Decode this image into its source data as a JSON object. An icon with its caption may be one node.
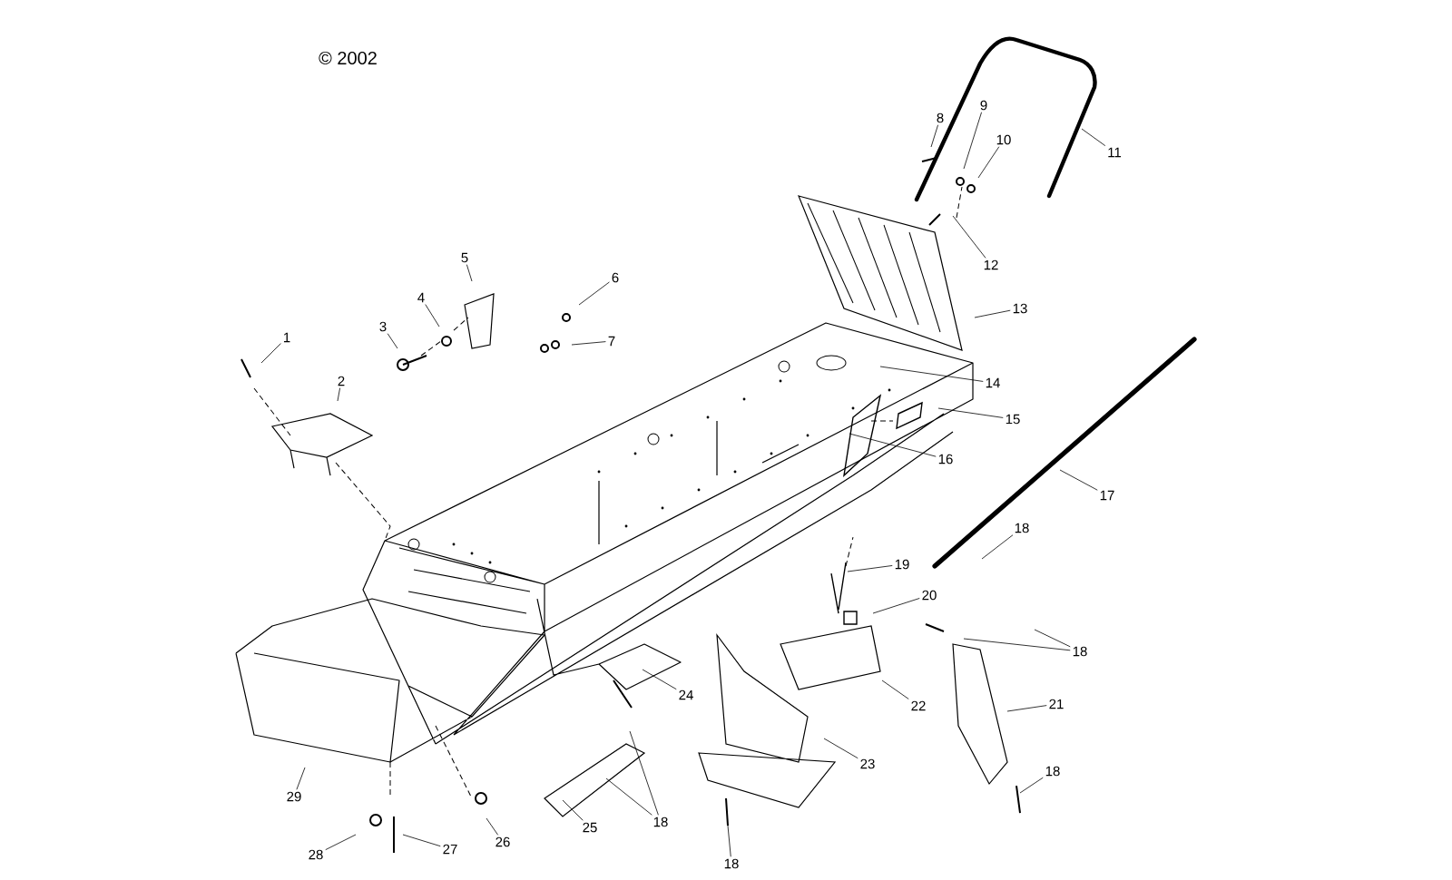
{
  "diagram": {
    "nodes": [
      {
        "text": [
          "1"
        ]
      },
      {
        "text": [
          "2"
        ]
      },
      {
        "text": [
          "3"
        ]
      },
      {
        "text": [
          "4"
        ]
      },
      {
        "text": [
          "5"
        ]
      },
      {
        "text": [
          "6"
        ]
      },
      {
        "text": [
          "7"
        ]
      },
      {
        "text": [
          "8"
        ]
      },
      {
        "text": [
          "9"
        ]
      },
      {
        "text": [
          "10"
        ]
      },
      {
        "text": [
          "11"
        ]
      },
      {
        "text": [
          "12"
        ]
      },
      {
        "text": [
          "13"
        ]
      },
      {
        "text": [
          "14"
        ]
      },
      {
        "text": [
          "15"
        ]
      },
      {
        "text": [
          "16"
        ]
      },
      {
        "text": [
          "17"
        ]
      },
      {
        "text": [
          "18"
        ]
      },
      {
        "text": [
          "19"
        ]
      },
      {
        "text": [
          "20"
        ]
      },
      {
        "text": [
          "18"
        ]
      },
      {
        "text": [
          "21"
        ]
      },
      {
        "text": [
          "22"
        ]
      },
      {
        "text": [
          "23"
        ]
      },
      {
        "text": [
          "18"
        ]
      },
      {
        "text": [
          "24"
        ]
      },
      {
        "text": [
          "25"
        ]
      },
      {
        "text": [
          "18"
        ]
      },
      {
        "text": [
          "18"
        ]
      },
      {
        "text": [
          "26"
        ]
      },
      {
        "text": [
          "27"
        ]
      },
      {
        "text": [
          "28"
        ]
      },
      {
        "text": [
          "29"
        ]
      }
    ],
    "edges": [
      {
        "from": 0,
        "to": null,
        "arrow": "none"
      },
      {
        "from": 1,
        "to": null,
        "arrow": "none"
      },
      {
        "from": 2,
        "to": null,
        "arrow": "none"
      },
      {
        "from": 3,
        "to": null,
        "arrow": "none"
      },
      {
        "from": 4,
        "to": null,
        "arrow": "none"
      },
      {
        "from": 5,
        "to": null,
        "arrow": "none"
      },
      {
        "from": 6,
        "to": null,
        "arrow": "none"
      },
      {
        "from": 7,
        "to": null,
        "arrow": "none"
      },
      {
        "from": 8,
        "to": null,
        "arrow": "none"
      },
      {
        "from": 9,
        "to": null,
        "arrow": "none"
      },
      {
        "from": 10,
        "to": null,
        "arrow": "none"
      },
      {
        "from": 11,
        "to": null,
        "arrow": "none"
      },
      {
        "from": 12,
        "to": null,
        "arrow": "none"
      },
      {
        "from": 13,
        "to": null,
        "arrow": "none"
      },
      {
        "from": 14,
        "to": null,
        "arrow": "none"
      },
      {
        "from": 15,
        "to": null,
        "arrow": "none"
      },
      {
        "from": 16,
        "to": null,
        "arrow": "none"
      },
      {
        "from": 17,
        "to": null,
        "arrow": "none"
      },
      {
        "from": 18,
        "to": null,
        "arrow": "none"
      },
      {
        "from": 19,
        "to": null,
        "arrow": "none"
      },
      {
        "from": 20,
        "to": null,
        "arrow": "none"
      },
      {
        "from": 20,
        "to": null,
        "arrow": "none"
      },
      {
        "from": 21,
        "to": null,
        "arrow": "none"
      },
      {
        "from": 22,
        "to": null,
        "arrow": "none"
      },
      {
        "from": 23,
        "to": null,
        "arrow": "none"
      },
      {
        "from": 24,
        "to": null,
        "arrow": "none"
      },
      {
        "from": 25,
        "to": null,
        "arrow": "none"
      },
      {
        "from": 26,
        "to": null,
        "arrow": "none"
      },
      {
        "from": 27,
        "to": null,
        "arrow": "none"
      },
      {
        "from": 27,
        "to": null,
        "arrow": "none"
      },
      {
        "from": 28,
        "to": null,
        "arrow": "none"
      },
      {
        "from": 29,
        "to": null,
        "arrow": "none"
      },
      {
        "from": 30,
        "to": null,
        "arrow": "none"
      },
      {
        "from": 31,
        "to": null,
        "arrow": "none"
      },
      {
        "from": 32,
        "to": null,
        "arrow": "none"
      }
    ],
    "labels": [
      "© 2002"
    ]
  }
}
